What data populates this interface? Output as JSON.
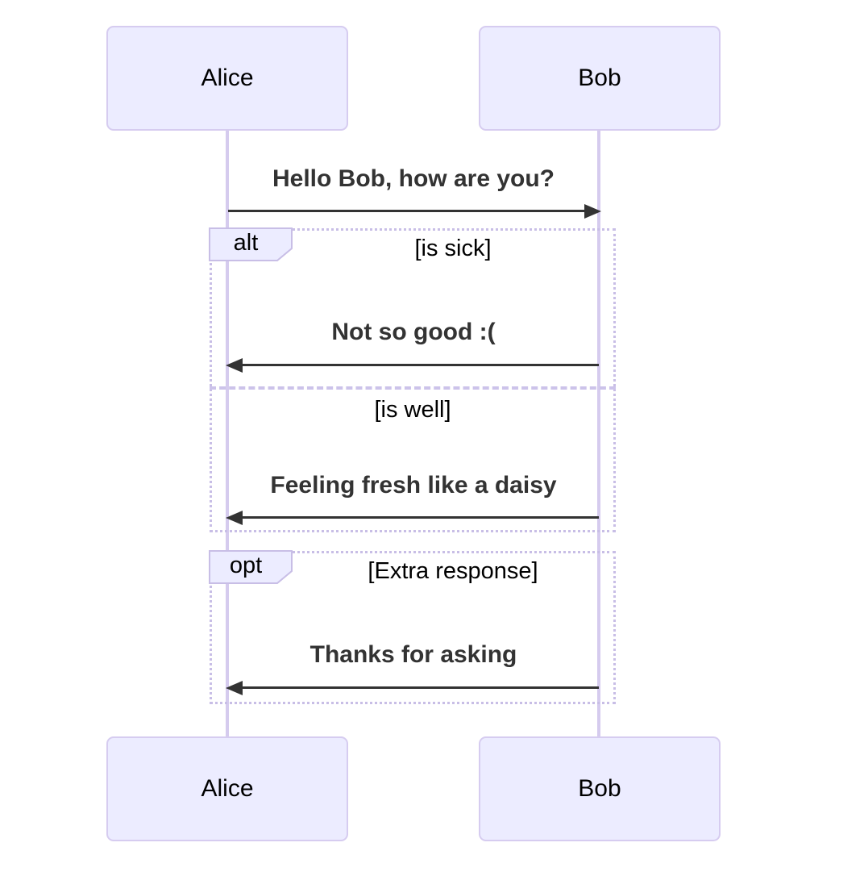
{
  "diagram": {
    "type": "sequence-diagram",
    "actors": [
      {
        "name": "Alice"
      },
      {
        "name": "Bob"
      }
    ],
    "messages": [
      {
        "from": "Alice",
        "to": "Bob",
        "text": "Hello Bob, how are you?",
        "direction": "right",
        "line": "solid"
      },
      {
        "from": "Bob",
        "to": "Alice",
        "text": "Not so good :(",
        "direction": "left",
        "line": "solid"
      },
      {
        "from": "Bob",
        "to": "Alice",
        "text": "Feeling fresh like a daisy",
        "direction": "left",
        "line": "solid"
      },
      {
        "from": "Bob",
        "to": "Alice",
        "text": "Thanks for asking",
        "direction": "left",
        "line": "solid"
      }
    ],
    "fragments": [
      {
        "label": "alt",
        "sections": [
          {
            "condition": "[is sick]"
          },
          {
            "condition": "[is well]"
          }
        ]
      },
      {
        "label": "opt",
        "sections": [
          {
            "condition": "[Extra response]"
          }
        ]
      }
    ],
    "colors": {
      "background": "#FFFFFF",
      "actor_fill": "#ECECFF",
      "actor_border": "#D6CCF0",
      "lifeline": "#D5CBEE",
      "fragment_border": "#C8BEE6",
      "divider": "#CCC3EA",
      "message_text": "#333333",
      "label_text": "#000000",
      "arrow": "#333333"
    }
  }
}
